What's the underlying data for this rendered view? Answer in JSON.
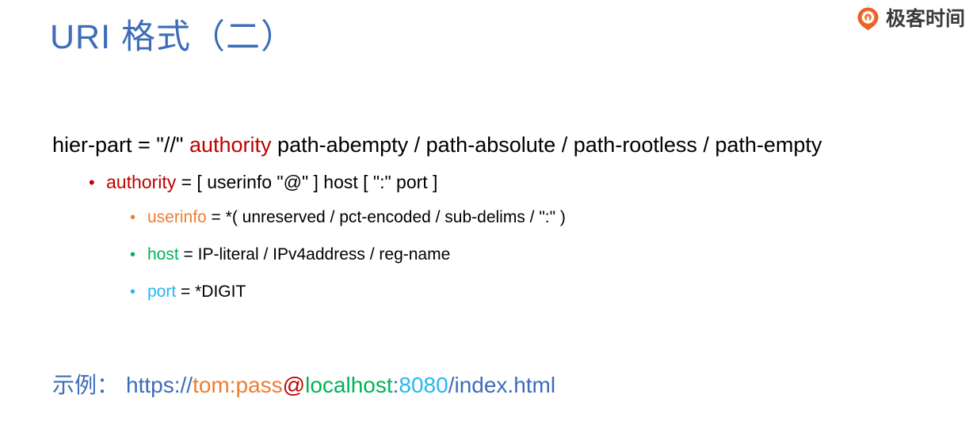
{
  "slide": {
    "title": "URI 格式（二）",
    "brand": {
      "name": "极客时间",
      "icon": "geektime-logo-icon",
      "icon_color": "#e8622a",
      "text_color": "#3b3b3b"
    }
  },
  "colors": {
    "title_blue": "#3d6cb8",
    "red": "#c00000",
    "orange": "#ed7d31",
    "green": "#00b358",
    "cyan": "#29b6f0",
    "blue": "#3d6cb8",
    "black": "#000000",
    "background": "#ffffff"
  },
  "content": {
    "line_hier_part": {
      "prefix": "hier-part = \"//\" ",
      "term": "authority",
      "term_color": "#c00000",
      "suffix": " path-abempty / path-absolute / path-rootless / path-empty"
    },
    "line_authority": {
      "bullet": "•",
      "term": "authority",
      "term_color": "#c00000",
      "rest": " = [ userinfo \"@\" ] host [ \":\" port ]"
    },
    "line_userinfo": {
      "bullet": "•",
      "term": "userinfo",
      "term_color": "#ed7d31",
      "rest": " = *( unreserved / pct-encoded / sub-delims / \":\" )"
    },
    "line_host": {
      "bullet": "•",
      "term": "host",
      "term_color": "#00b358",
      "rest": " = IP-literal / IPv4address / reg-name"
    },
    "line_port": {
      "bullet": "•",
      "term": "port",
      "term_color": "#29b6f0",
      "rest": " = *DIGIT"
    },
    "example": {
      "label": "示例：",
      "scheme": "https://",
      "userinfo": "tom:pass",
      "at": "@",
      "host": "localhost",
      "colon": ":",
      "port": "8080",
      "path": "/index.html"
    }
  }
}
